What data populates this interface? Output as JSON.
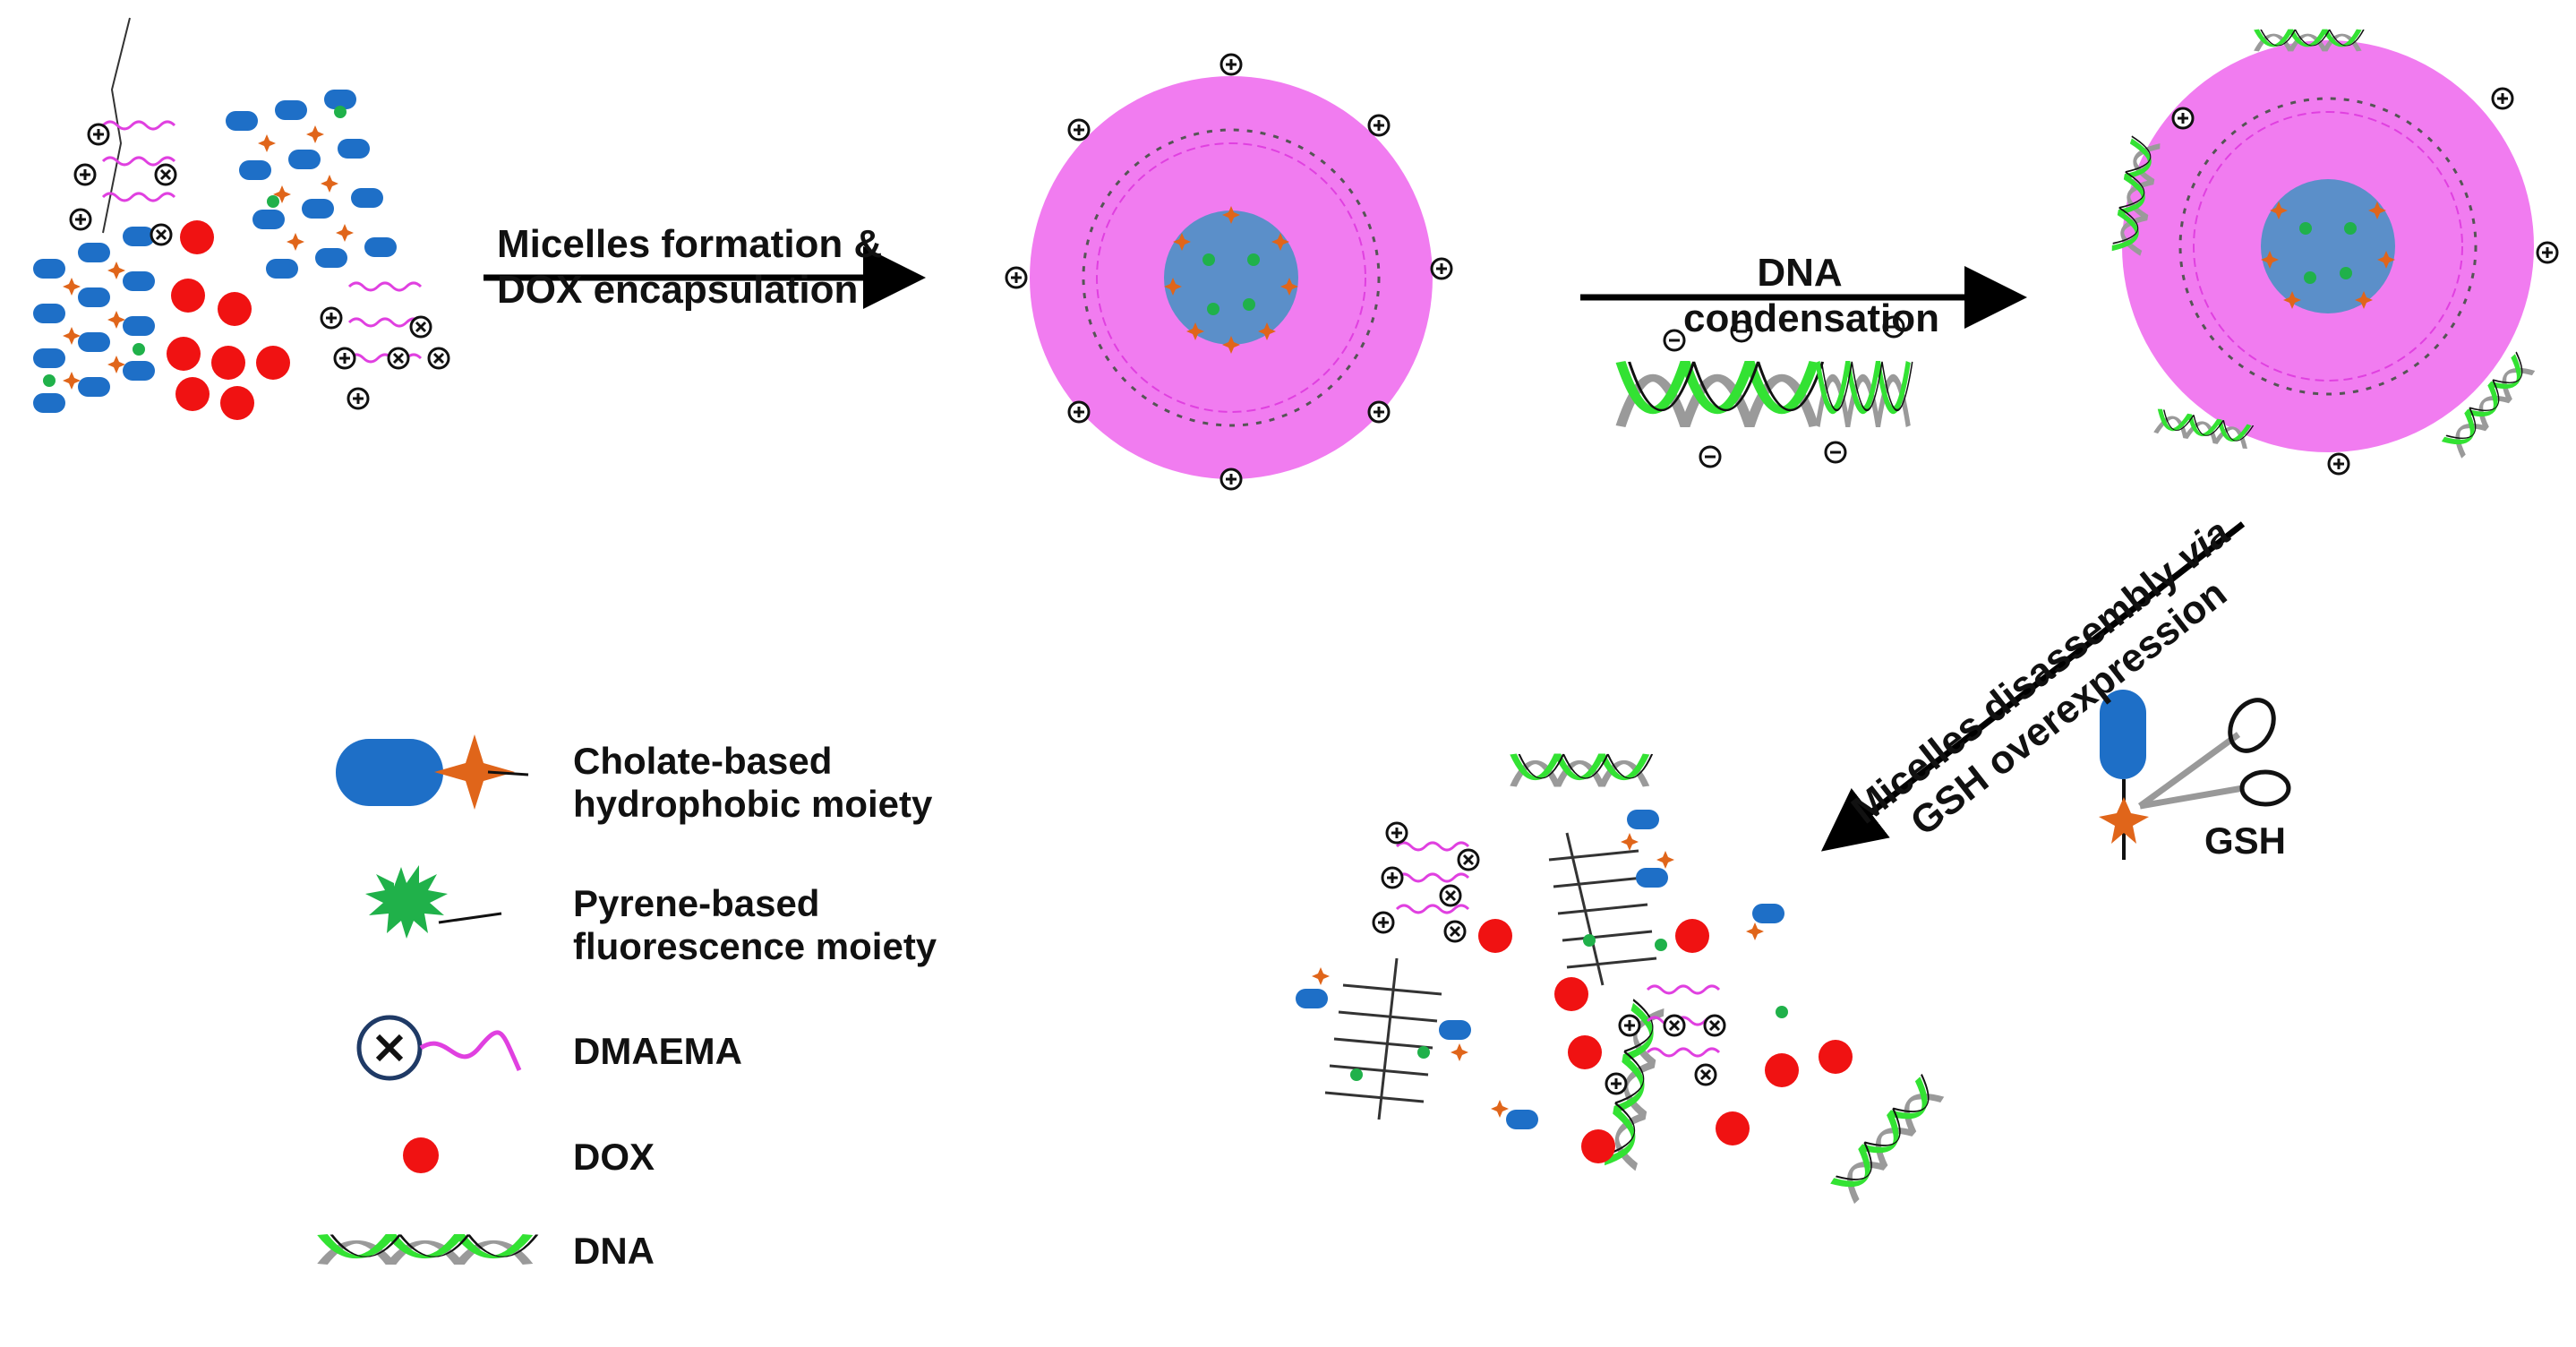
{
  "steps": {
    "step1_label_line1": "Micelles formation &",
    "step1_label_line2": "DOX encapsulation",
    "step2_label_line1": "DNA",
    "step2_label_line2": "condensation",
    "step3_label_line1_prefix": "Micelles disassembly ",
    "step3_label_line1_italic": "via",
    "step3_label_line2": "GSH overexpression"
  },
  "trigger": {
    "label": "GSH"
  },
  "legend": {
    "items": [
      {
        "label_line1": "Cholate-based",
        "label_line2": "hydrophobic moiety",
        "icon": "cholate-icon"
      },
      {
        "label_line1": "Pyrene-based",
        "label_line2": "fluorescence moiety",
        "icon": "pyrene-icon"
      },
      {
        "label_line1": "DMAEMA",
        "label_line2": "",
        "icon": "dmaema-icon"
      },
      {
        "label_line1": "DOX",
        "label_line2": "",
        "icon": "dox-icon"
      },
      {
        "label_line1": "DNA",
        "label_line2": "",
        "icon": "dna-icon"
      }
    ]
  },
  "colors": {
    "shell": "#f17cf0",
    "core": "#5b8fc9",
    "cholate": "#1e6fc7",
    "star": "#e0651a",
    "pyrene": "#20b14a",
    "dox": "#f01212",
    "dmaema": "#e040e0",
    "dna_green": "#33e233",
    "dna_gray": "#9a9a9a"
  }
}
